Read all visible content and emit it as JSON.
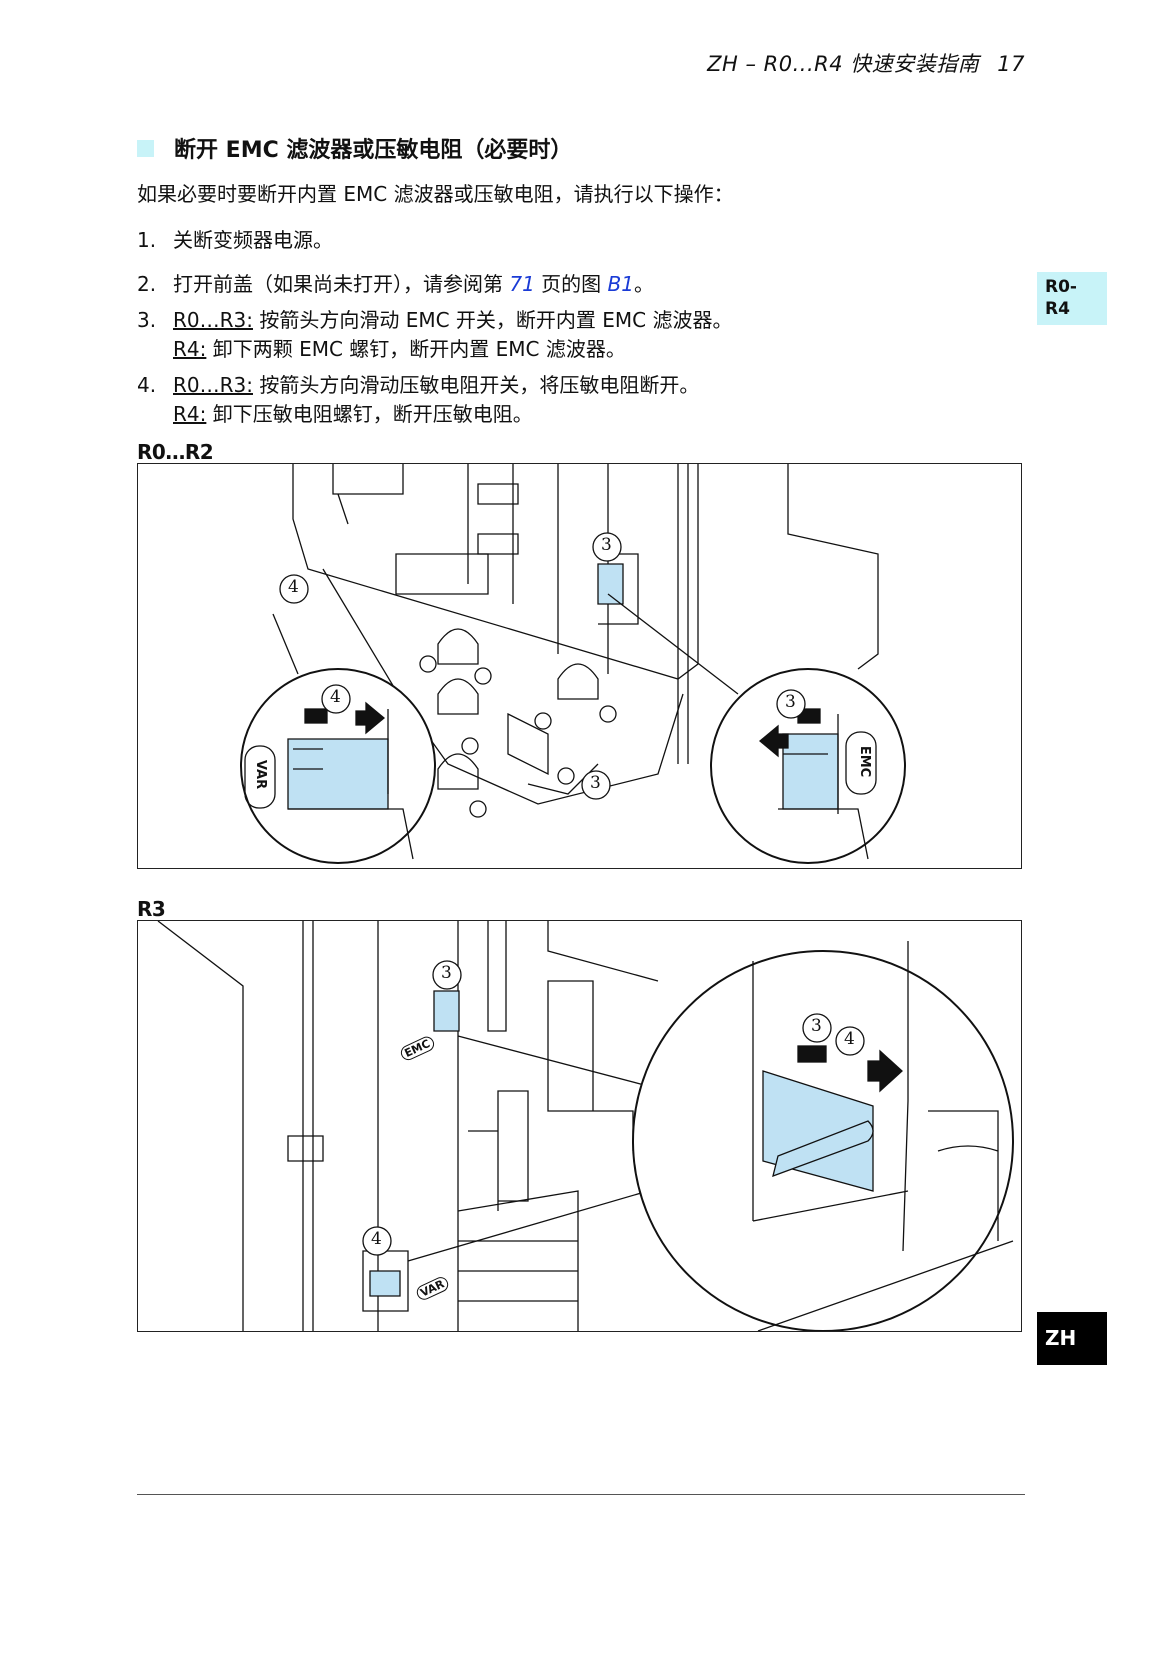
{
  "header": {
    "title": "ZH – R0...R4 快速安装指南",
    "page_number": "17"
  },
  "section": {
    "title": "断开 EMC 滤波器或压敏电阻（必要时）"
  },
  "intro": "如果必要时要断开内置 EMC 滤波器或压敏电阻，请执行以下操作：",
  "steps": [
    {
      "num": "1.",
      "text": "关断变频器电源。"
    },
    {
      "num": "2.",
      "text_a": "打开前盖（如果尚未打开），请参阅第 ",
      "link_page": "71",
      "text_b": " 页的图 ",
      "link_fig": "B1",
      "text_c": "。"
    },
    {
      "num": "3.",
      "l1_label": "R0…R3:",
      "l1_text": " 按箭头方向滑动 EMC 开关，断开内置 EMC 滤波器。",
      "l2_label": "R4:",
      "l2_text": " 卸下两颗 EMC 螺钉，断开内置 EMC 滤波器。"
    },
    {
      "num": "4.",
      "l1_label": "R0…R3:",
      "l1_text": " 按箭头方向滑动压敏电阻开关，将压敏电阻断开。",
      "l2_label": "R4:",
      "l2_text": " 卸下压敏电阻螺钉，断开压敏电阻。"
    }
  ],
  "figures": [
    {
      "label": "R0…R2",
      "callouts": [
        "4",
        "3",
        "4",
        "3",
        "3"
      ],
      "switch_labels": [
        "VAR",
        "EMC"
      ]
    },
    {
      "label": "R3",
      "callouts": [
        "3",
        "3",
        "4",
        "4"
      ],
      "switch_labels": [
        "EMC",
        "VAR"
      ]
    }
  ],
  "side_tabs": {
    "range": "R0-\nR4",
    "range_l1": "R0-",
    "range_l2": "R4",
    "language": "ZH"
  },
  "colors": {
    "accent_tab": "#c8f3f8",
    "switch_blue": "#bfe1f3",
    "link": "#1a3bd6"
  }
}
